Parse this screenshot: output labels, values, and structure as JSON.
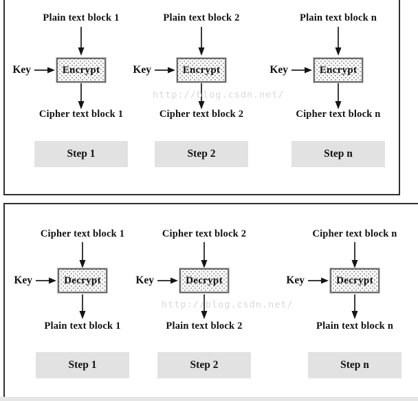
{
  "watermark": {
    "text": "http://blog.csdn.net/"
  },
  "colors": {
    "panel_border": "#2e2e2e",
    "step_box_bg": "#e2e2e2",
    "watermark": "#d8d8d8",
    "bottom_strip": "#e6e6e6",
    "text": "#111111"
  },
  "encryption": {
    "columns": [
      {
        "input_label": "Plain text block 1",
        "key_label": "Key",
        "box_label": "Encrypt",
        "output_label": "Cipher text block 1",
        "step_label": "Step 1"
      },
      {
        "input_label": "Plain text block 2",
        "key_label": "Key",
        "box_label": "Encrypt",
        "output_label": "Cipher text block 2",
        "step_label": "Step 2"
      },
      {
        "input_label": "Plain text block n",
        "key_label": "Key",
        "box_label": "Encrypt",
        "output_label": "Cipher text block n",
        "step_label": "Step n"
      }
    ]
  },
  "decryption": {
    "columns": [
      {
        "input_label": "Cipher text block 1",
        "key_label": "Key",
        "box_label": "Decrypt",
        "output_label": "Plain text block 1",
        "step_label": "Step 1"
      },
      {
        "input_label": "Cipher text block 2",
        "key_label": "Key",
        "box_label": "Decrypt",
        "output_label": "Plain text block 2",
        "step_label": "Step 2"
      },
      {
        "input_label": "Cipher text block n",
        "key_label": "Key",
        "box_label": "Decrypt",
        "output_label": "Plain text block n",
        "step_label": "Step n"
      }
    ]
  }
}
